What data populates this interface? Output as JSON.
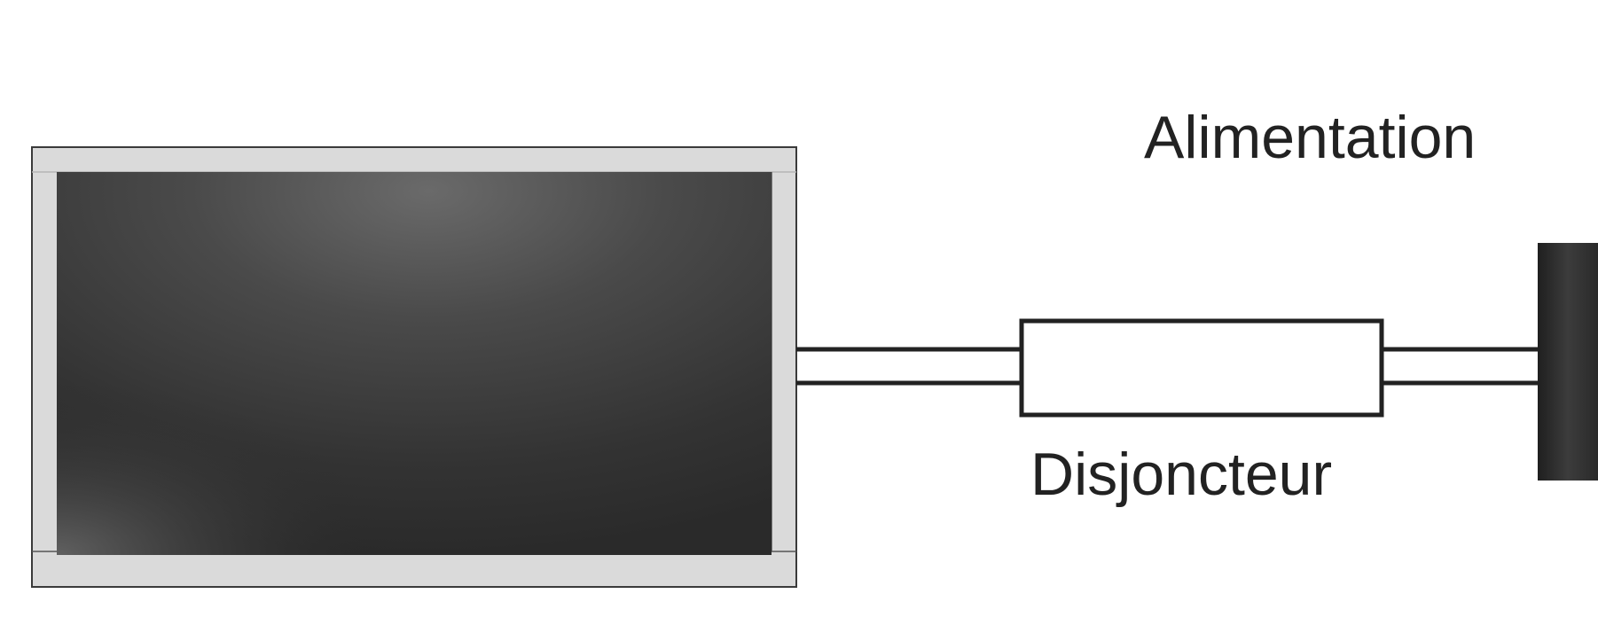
{
  "labels": {
    "power_supply": "Alimentation",
    "breaker": "Disjoncteur"
  },
  "colors": {
    "background": "#ffffff",
    "monitor_frame": "#d9d9d9",
    "monitor_outline": "#333333",
    "screen_dark": "#2a2a2a",
    "screen_highlight": "#666666",
    "cable": "#222222",
    "breaker_fill": "#ffffff",
    "outlet_dark": "#2b2b2b"
  },
  "components": [
    {
      "id": "monitor",
      "icon": "monitor-icon"
    },
    {
      "id": "breaker",
      "icon": "breaker-box-icon"
    },
    {
      "id": "power_outlet",
      "icon": "power-outlet-icon"
    }
  ]
}
